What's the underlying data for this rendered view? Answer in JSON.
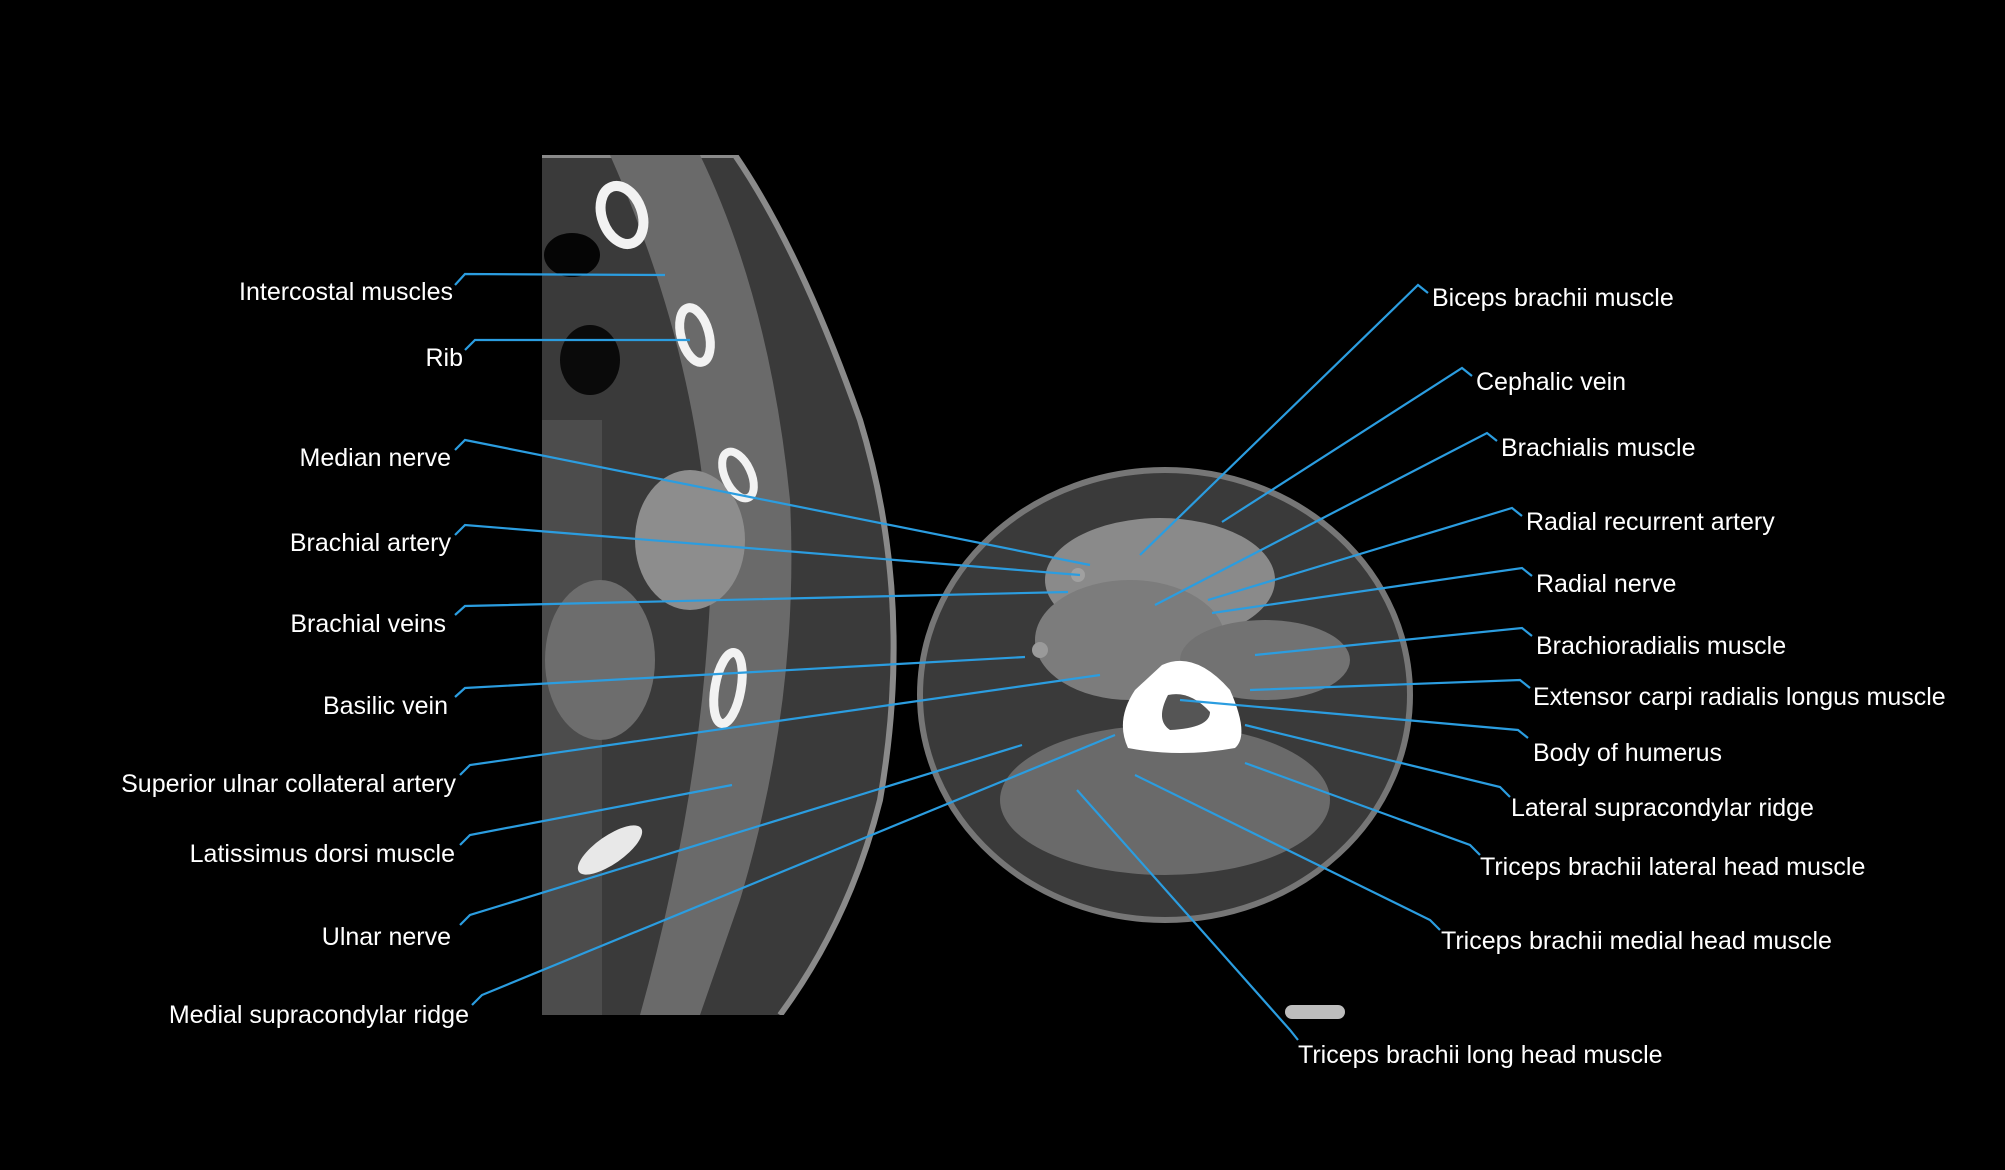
{
  "leader_color": "#2b9de0",
  "label_color": "#ffffff",
  "background_color": "#000000",
  "images": {
    "chest_wall_slice": "ct-axial-chest-wall-ribs",
    "arm_slice": "ct-axial-distal-arm-humerus"
  },
  "labels_left": {
    "intercostal_muscles": "Intercostal muscles",
    "rib": "Rib",
    "median_nerve": "Median nerve",
    "brachial_artery": "Brachial artery",
    "brachial_veins": "Brachial veins",
    "basilic_vein": "Basilic vein",
    "superior_ulnar_collateral_artery": "Superior ulnar collateral artery",
    "latissimus_dorsi_muscle": "Latissimus dorsi muscle",
    "ulnar_nerve": "Ulnar nerve",
    "medial_supracondylar_ridge": "Medial supracondylar ridge"
  },
  "labels_right": {
    "biceps_brachii_muscle": "Biceps brachii muscle",
    "cephalic_vein": "Cephalic vein",
    "brachialis_muscle": "Brachialis muscle",
    "radial_recurrent_artery": "Radial recurrent artery",
    "radial_nerve": "Radial nerve",
    "brachioradialis_muscle": "Brachioradialis muscle",
    "extensor_carpi_radialis_longus_muscle": "Extensor carpi radialis longus muscle",
    "body_of_humerus": "Body of humerus",
    "lateral_supracondylar_ridge": "Lateral supracondylar ridge",
    "triceps_brachii_lateral_head_muscle": "Triceps brachii lateral head muscle",
    "triceps_brachii_medial_head_muscle": "Triceps brachii medial head muscle",
    "triceps_brachii_long_head_muscle": "Triceps brachii long head muscle"
  }
}
